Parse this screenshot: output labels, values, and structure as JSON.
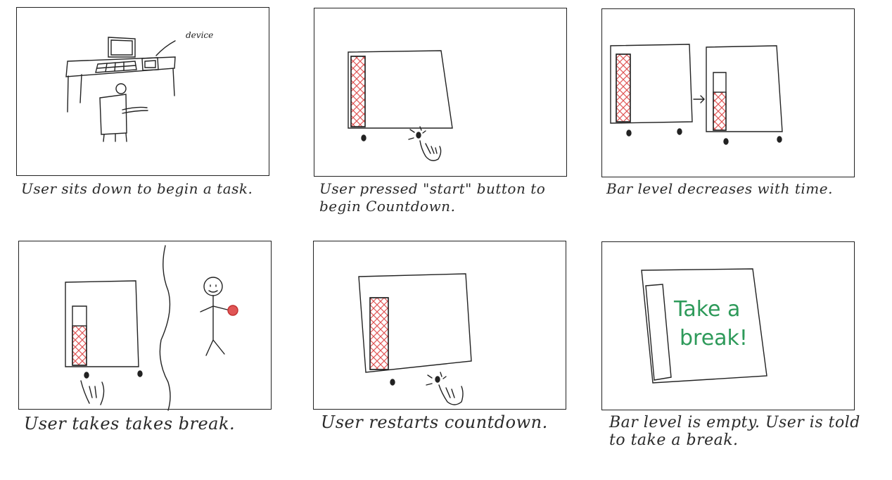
{
  "colors": {
    "ink": "#222222",
    "hatch": "#e05555",
    "break_text": "#2e9a5a"
  },
  "panels": [
    {
      "caption": "User sits down to begin a task.",
      "annotation": "device"
    },
    {
      "caption": "User pressed \"start\" button to begin Countdown."
    },
    {
      "caption": "Bar level decreases with time."
    },
    {
      "caption": "User takes takes break."
    },
    {
      "caption": "User restarts countdown."
    },
    {
      "caption": "Bar level is empty. User is told to take a break.",
      "screen_text_line1": "Take a",
      "screen_text_line2": "break!"
    }
  ]
}
